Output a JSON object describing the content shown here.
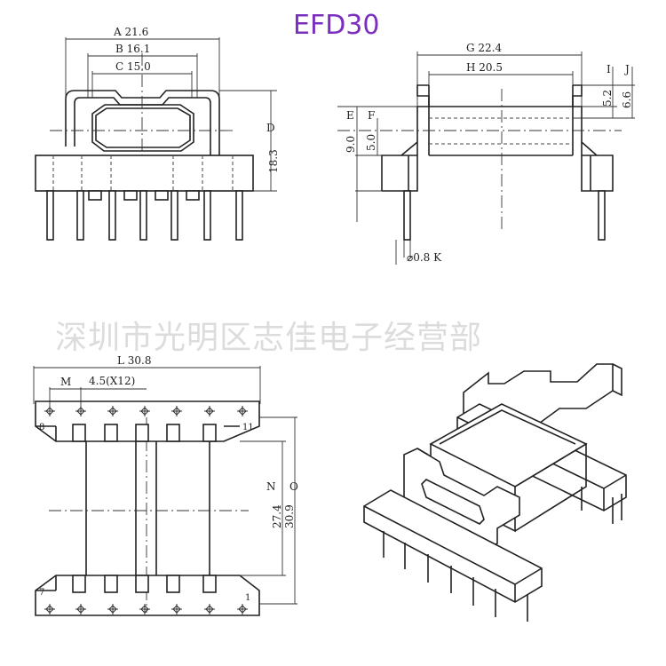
{
  "title": "EFD30",
  "watermark": "深圳市光明区志佳电子经营部",
  "dimensions": {
    "A": "A 21.6",
    "B": "B 16.1",
    "C": "C 15.0",
    "D": "D",
    "D_value": "18.3",
    "G": "G 22.4",
    "H": "H 20.5",
    "I": "I",
    "J": "J",
    "I_value": "5.2",
    "J_value": "6.6",
    "E": "E",
    "F": "F",
    "E_value": "9.0",
    "F_value": "5.0",
    "K": "⌀0.8 K",
    "L": "L 30.8",
    "M": "M",
    "pitch": "4.5(X12)",
    "N": "N",
    "O": "O",
    "N_value": "27.4",
    "O_value": "30.9"
  },
  "pin_labels": {
    "top_left": "8",
    "top_right": "11",
    "bottom_left": "7",
    "bottom_right": "1"
  },
  "colors": {
    "title": "#7b2fbf",
    "line": "#222222",
    "watermark": "#dcdcdc"
  }
}
